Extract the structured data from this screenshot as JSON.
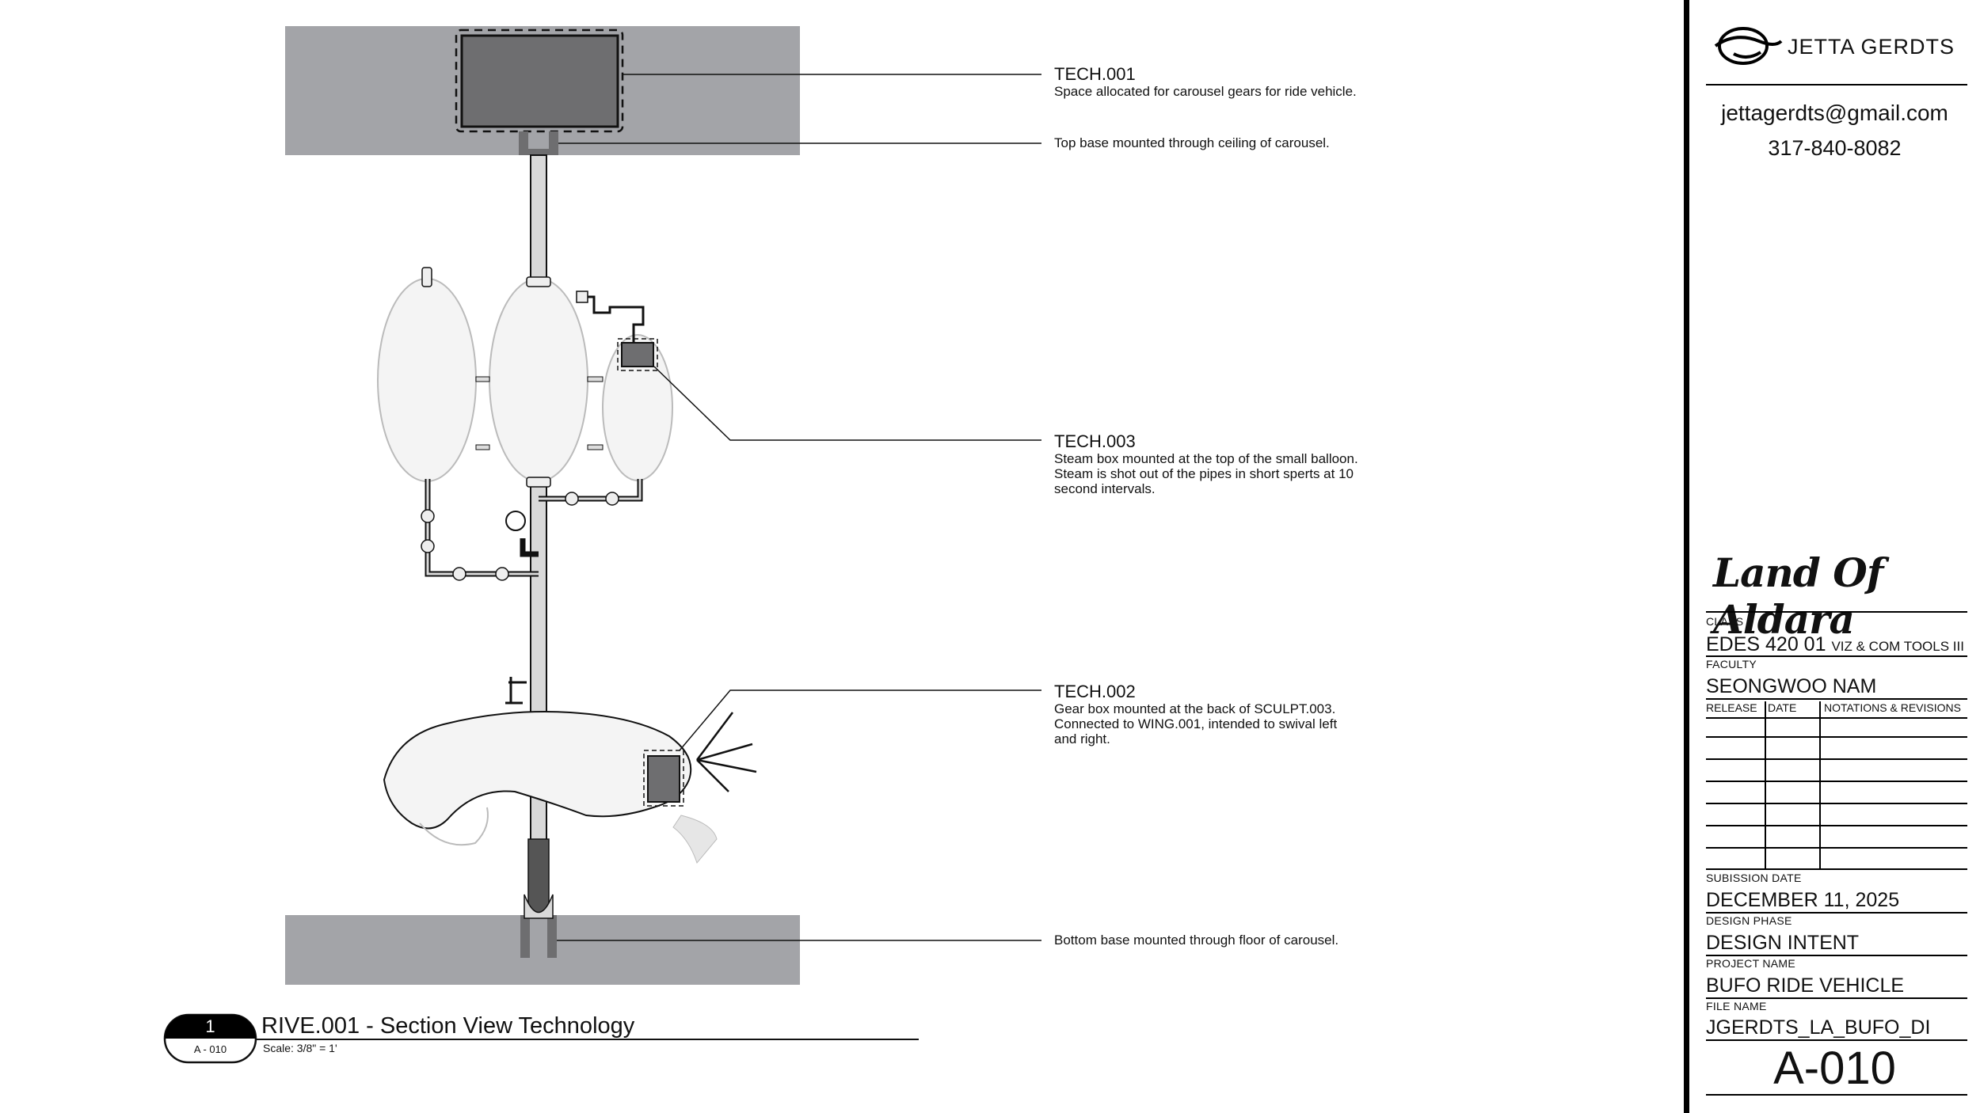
{
  "callouts": [
    {
      "code": "TECH.001",
      "description": "Space allocated for carousel gears for ride vehicle."
    },
    {
      "code": "",
      "description": "Top base mounted through ceiling of carousel."
    },
    {
      "code": "TECH.003",
      "description": "Steam box mounted at the top of the small balloon.\nSteam is shot out of the pipes in short sperts at 10\nsecond intervals."
    },
    {
      "code": "TECH.002",
      "description": "Gear box mounted at the back of SCULPT.003.\nConnected to WING.001, intended to swival left\nand right."
    },
    {
      "code": "",
      "description": "Bottom base mounted through floor of carousel."
    }
  ],
  "view_label": {
    "number": "1",
    "sheet_ref": "A - 010",
    "title": "RIVE.001 - Section View Technology",
    "scale": "Scale: 3/8\" = 1'"
  },
  "title_block": {
    "designer_name": "JETTA GERDTS",
    "email": "jettagerdts@gmail.com",
    "phone": "317-840-8082",
    "project_logo_text": "Land Of Aldara",
    "class_label": "CLASS",
    "class_value": "EDES 420 01",
    "class_suffix": "VIZ & COM TOOLS III",
    "faculty_label": "FACULTY",
    "faculty_value": "SEONGWOO NAM",
    "revision_headers": [
      "RELEASE",
      "DATE",
      "NOTATIONS & REVISIONS"
    ],
    "submission_date_label": "SUBISSION DATE",
    "submission_date_value": "DECEMBER 11, 2025",
    "design_phase_label": "DESIGN PHASE",
    "design_phase_value": "DESIGN INTENT",
    "project_name_label": "PROJECT NAME",
    "project_name_value": "BUFO RIDE VEHICLE",
    "file_name_label": "FILE NAME",
    "file_name_value": "JGERDTS_LA_BUFO_DI",
    "sheet_number": "A-010"
  },
  "colors": {
    "base_slab": "#a3a4a8",
    "gear_box": "#6e6e70",
    "balloon_fill": "#f4f4f4",
    "pole_fill": "#d9d9d9",
    "line": "#111111"
  }
}
